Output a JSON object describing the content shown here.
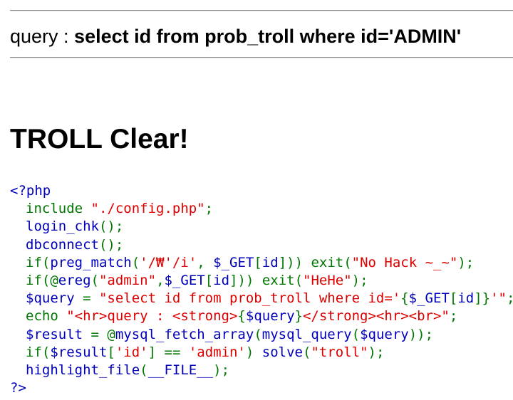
{
  "colors": {
    "default": "#0000BB",
    "keyword": "#007700",
    "string": "#DD0000",
    "rule": "#8a8a8a"
  },
  "query": {
    "label": "query : ",
    "value": "select id from prob_troll where id='ADMIN'"
  },
  "heading": "TROLL Clear!",
  "source": {
    "lines": [
      {
        "indent": false,
        "tokens": [
          {
            "t": "<?php",
            "c": "default"
          }
        ]
      },
      {
        "indent": true,
        "tokens": [
          {
            "t": "include ",
            "c": "keyword"
          },
          {
            "t": "\"./config.php\"",
            "c": "string"
          },
          {
            "t": ";",
            "c": "keyword"
          }
        ]
      },
      {
        "indent": true,
        "tokens": [
          {
            "t": "login_chk",
            "c": "default"
          },
          {
            "t": "();",
            "c": "keyword"
          }
        ]
      },
      {
        "indent": true,
        "tokens": [
          {
            "t": "dbconnect",
            "c": "default"
          },
          {
            "t": "();",
            "c": "keyword"
          }
        ]
      },
      {
        "indent": true,
        "tokens": [
          {
            "t": "if(",
            "c": "keyword"
          },
          {
            "t": "preg_match",
            "c": "default"
          },
          {
            "t": "(",
            "c": "keyword"
          },
          {
            "t": "'/₩'/i'",
            "c": "string"
          },
          {
            "t": ", ",
            "c": "keyword"
          },
          {
            "t": "$_GET",
            "c": "default"
          },
          {
            "t": "[",
            "c": "keyword"
          },
          {
            "t": "id",
            "c": "default"
          },
          {
            "t": "])) exit(",
            "c": "keyword"
          },
          {
            "t": "\"No Hack ~_~\"",
            "c": "string"
          },
          {
            "t": ");",
            "c": "keyword"
          }
        ]
      },
      {
        "indent": true,
        "tokens": [
          {
            "t": "if(@",
            "c": "keyword"
          },
          {
            "t": "ereg",
            "c": "default"
          },
          {
            "t": "(",
            "c": "keyword"
          },
          {
            "t": "\"admin\"",
            "c": "string"
          },
          {
            "t": ",",
            "c": "keyword"
          },
          {
            "t": "$_GET",
            "c": "default"
          },
          {
            "t": "[",
            "c": "keyword"
          },
          {
            "t": "id",
            "c": "default"
          },
          {
            "t": "])) exit(",
            "c": "keyword"
          },
          {
            "t": "\"HeHe\"",
            "c": "string"
          },
          {
            "t": ");",
            "c": "keyword"
          }
        ]
      },
      {
        "indent": true,
        "tokens": [
          {
            "t": "$query ",
            "c": "default"
          },
          {
            "t": "= ",
            "c": "keyword"
          },
          {
            "t": "\"select id from prob_troll where id='",
            "c": "string"
          },
          {
            "t": "{",
            "c": "keyword"
          },
          {
            "t": "$_GET",
            "c": "default"
          },
          {
            "t": "[",
            "c": "keyword"
          },
          {
            "t": "id",
            "c": "default"
          },
          {
            "t": "]}",
            "c": "keyword"
          },
          {
            "t": "'\"",
            "c": "string"
          },
          {
            "t": ";",
            "c": "keyword"
          }
        ]
      },
      {
        "indent": true,
        "tokens": [
          {
            "t": "echo ",
            "c": "keyword"
          },
          {
            "t": "\"<hr>query : <strong>",
            "c": "string"
          },
          {
            "t": "{",
            "c": "keyword"
          },
          {
            "t": "$query",
            "c": "default"
          },
          {
            "t": "}",
            "c": "keyword"
          },
          {
            "t": "</strong><hr><br>\"",
            "c": "string"
          },
          {
            "t": ";",
            "c": "keyword"
          }
        ]
      },
      {
        "indent": true,
        "tokens": [
          {
            "t": "$result ",
            "c": "default"
          },
          {
            "t": "= @",
            "c": "keyword"
          },
          {
            "t": "mysql_fetch_array",
            "c": "default"
          },
          {
            "t": "(",
            "c": "keyword"
          },
          {
            "t": "mysql_query",
            "c": "default"
          },
          {
            "t": "(",
            "c": "keyword"
          },
          {
            "t": "$query",
            "c": "default"
          },
          {
            "t": "));",
            "c": "keyword"
          }
        ]
      },
      {
        "indent": true,
        "tokens": [
          {
            "t": "if(",
            "c": "keyword"
          },
          {
            "t": "$result",
            "c": "default"
          },
          {
            "t": "[",
            "c": "keyword"
          },
          {
            "t": "'id'",
            "c": "string"
          },
          {
            "t": "] == ",
            "c": "keyword"
          },
          {
            "t": "'admin'",
            "c": "string"
          },
          {
            "t": ") ",
            "c": "keyword"
          },
          {
            "t": "solve",
            "c": "default"
          },
          {
            "t": "(",
            "c": "keyword"
          },
          {
            "t": "\"troll\"",
            "c": "string"
          },
          {
            "t": ");",
            "c": "keyword"
          }
        ]
      },
      {
        "indent": true,
        "tokens": [
          {
            "t": "highlight_file",
            "c": "default"
          },
          {
            "t": "(",
            "c": "keyword"
          },
          {
            "t": "__FILE__",
            "c": "default"
          },
          {
            "t": ");",
            "c": "keyword"
          }
        ]
      },
      {
        "indent": false,
        "tokens": [
          {
            "t": "?>",
            "c": "default"
          }
        ]
      }
    ]
  }
}
